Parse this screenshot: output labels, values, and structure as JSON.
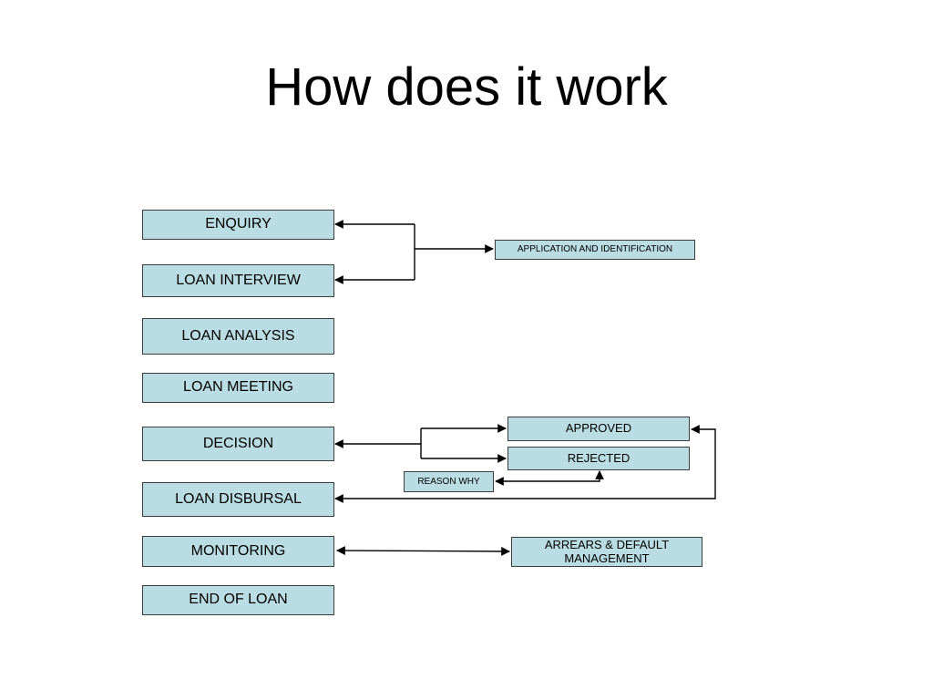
{
  "title": "How does it work",
  "steps": [
    "ENQUIRY",
    "LOAN INTERVIEW",
    "LOAN ANALYSIS",
    "LOAN MEETING",
    "DECISION",
    "LOAN DISBURSAL",
    "MONITORING",
    "END OF LOAN"
  ],
  "side_boxes": {
    "application": "APPLICATION AND IDENTIFICATION",
    "approved": "APPROVED",
    "rejected": "REJECTED",
    "reason_why": "REASON WHY",
    "arrears_line1": "ARREARS & DEFAULT",
    "arrears_line2": "MANAGEMENT"
  },
  "colors": {
    "box_fill": "#b9dde2",
    "box_border": "#3c3c3c",
    "connector": "#000000"
  }
}
